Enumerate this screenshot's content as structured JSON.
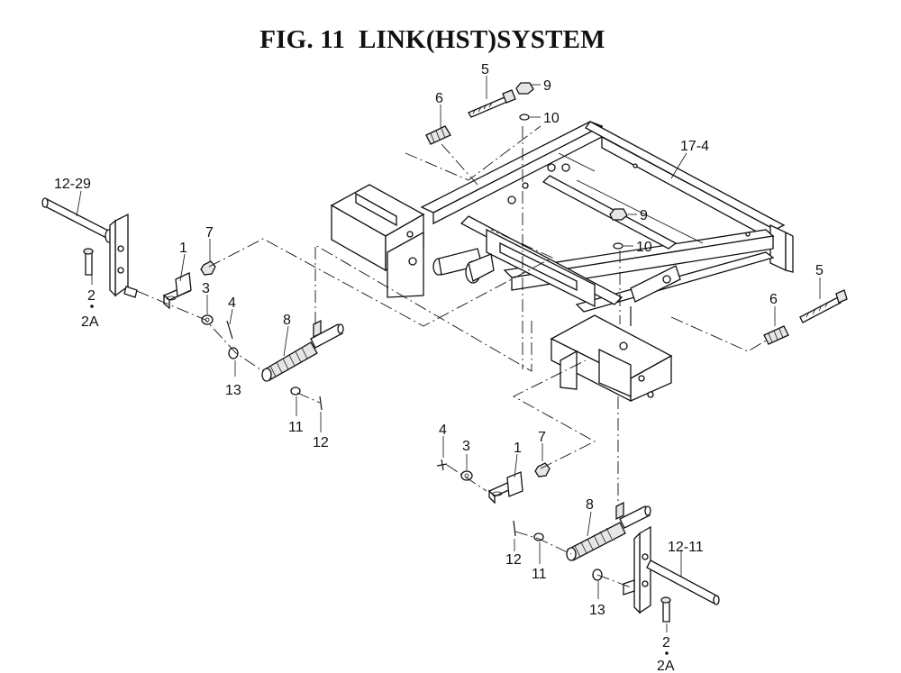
{
  "figure": {
    "title": "FIG. 11  LINK(HST)SYSTEM"
  },
  "callouts": {
    "part_5_top": "5",
    "part_6_top": "6",
    "part_9_top": "9",
    "part_10_top": "10",
    "part_17_4": "17-4",
    "part_9_mid": "9",
    "part_10_mid": "10",
    "part_5_right": "5",
    "part_6_right": "6",
    "part_12_29": "12-29",
    "part_1_left": "1",
    "part_7_left": "7",
    "part_2_left": "2",
    "part_2a_left": "2A",
    "part_3_left": "3",
    "part_4_left": "4",
    "part_8_left": "8",
    "part_13_left": "13",
    "part_11_left": "11",
    "part_12_left": "12",
    "part_4_right": "4",
    "part_3_right": "3",
    "part_1_right": "1",
    "part_7_right": "7",
    "part_8_right": "8",
    "part_12_11": "12-11",
    "part_12_right": "12",
    "part_11_right": "11",
    "part_13_right": "13",
    "part_2_right": "2",
    "part_2a_right": "2A"
  }
}
